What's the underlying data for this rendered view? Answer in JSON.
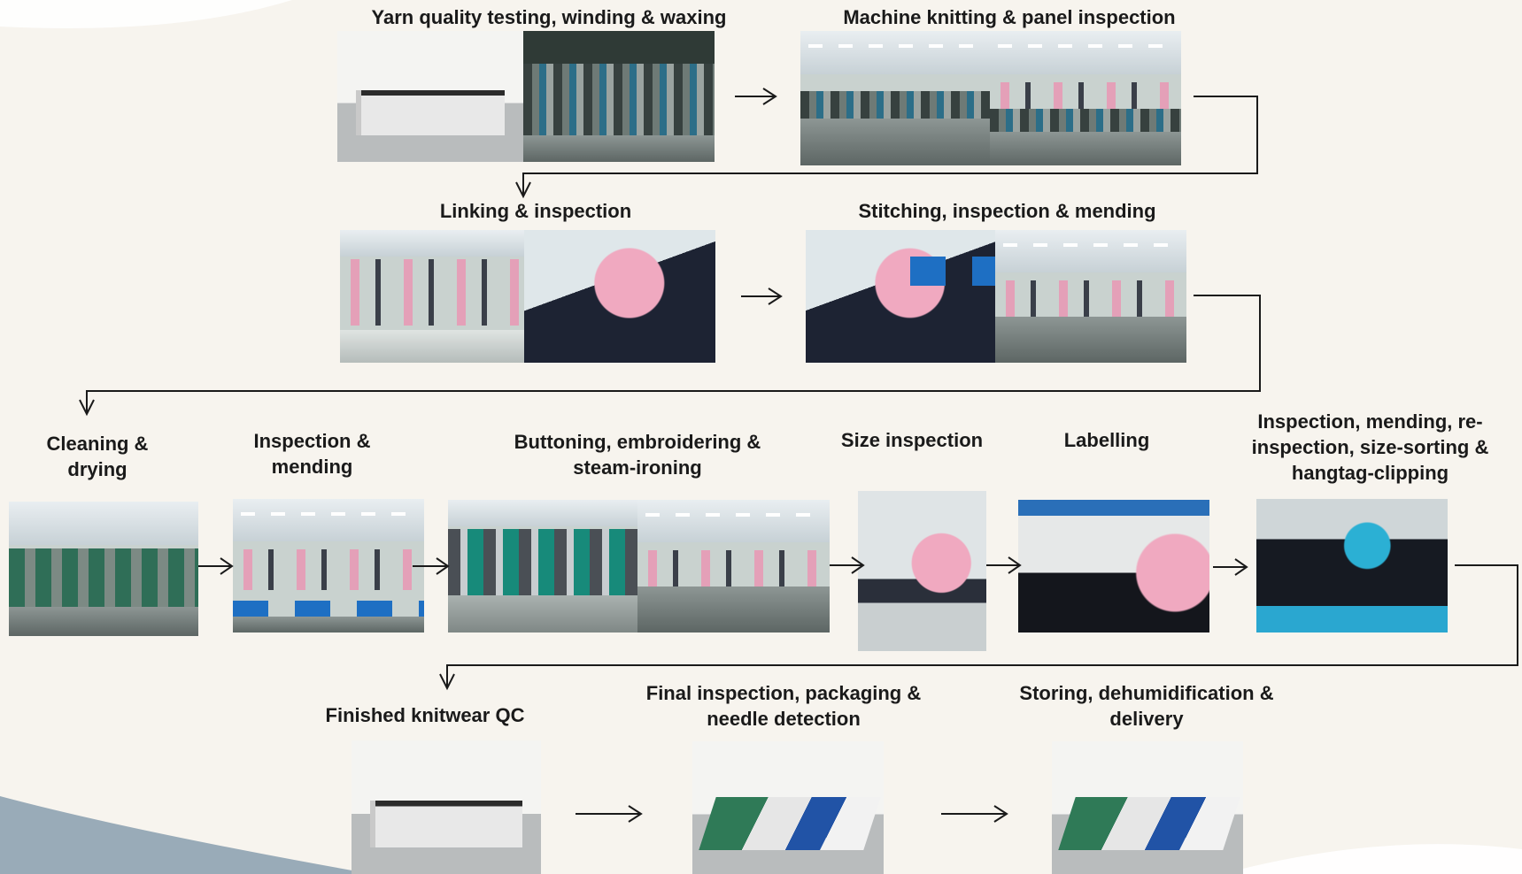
{
  "colors": {
    "background": "#f7f4ee",
    "line": "#1a1a1a",
    "worker_uniform": "#e79ab5",
    "bins": "#1e6fc3"
  },
  "stages": [
    {
      "label": "Yarn quality testing, winding & waxing"
    },
    {
      "label": "Machine knitting & panel inspection"
    },
    {
      "label": "Linking & inspection"
    },
    {
      "label": "Stitching, inspection & mending"
    },
    {
      "label": "Cleaning &\ndrying"
    },
    {
      "label": "Inspection &\nmending"
    },
    {
      "label": "Buttoning, embroidering &\nsteam-ironing"
    },
    {
      "label": "Size inspection"
    },
    {
      "label": "Labelling"
    },
    {
      "label": "Inspection, mending, re-\ninspection, size-sorting &\nhangtag-clipping"
    },
    {
      "label": "Finished knitwear QC"
    },
    {
      "label": "Final inspection, packaging &\nneedle detection"
    },
    {
      "label": "Storing, dehumidification &\ndelivery"
    }
  ]
}
